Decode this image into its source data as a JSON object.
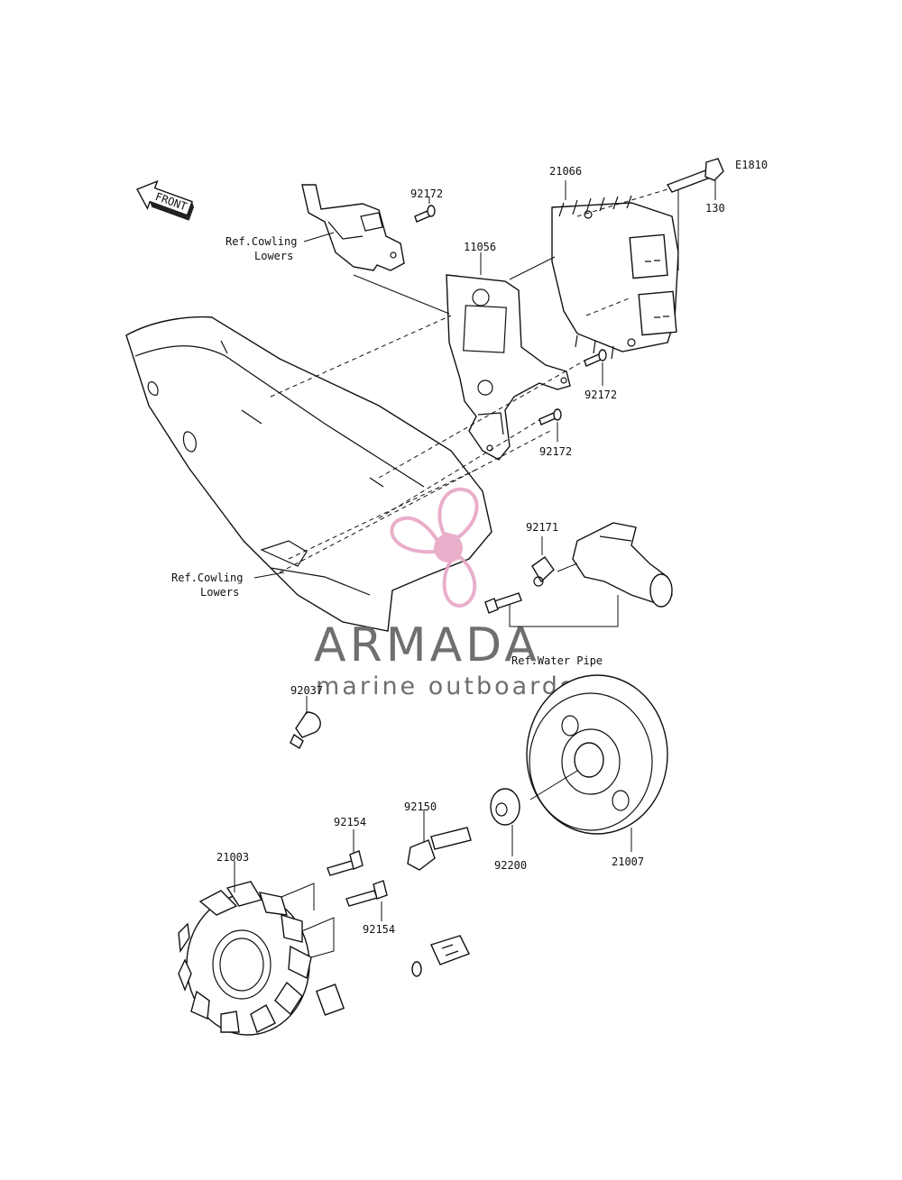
{
  "direction_label": "FRONT",
  "ref_labels": {
    "cowling_top_1": "Ref.Cowling",
    "cowling_top_2": "Lowers",
    "cowling_bottom_1": "Ref.Cowling",
    "cowling_bottom_2": "Lowers",
    "water_pipe": "Ref.Water Pipe"
  },
  "part_numbers": {
    "bolt_top": "E1810",
    "n130": "130",
    "regulator": "21066",
    "bracket": "11056",
    "screw_a": "92172",
    "screw_b": "92172",
    "screw_c": "92172",
    "clamp_92171": "92171",
    "clamp_92037": "92037",
    "bolt_92150": "92150",
    "washer_92200": "92200",
    "rotor": "21007",
    "stator": "21003",
    "bolt_92154_a": "92154",
    "bolt_92154_b": "92154"
  },
  "watermark": {
    "brand": "ARMADA",
    "tagline": "marine outboards",
    "logo_color": "#e7a6c5",
    "text_color": "#6f6f6f"
  }
}
